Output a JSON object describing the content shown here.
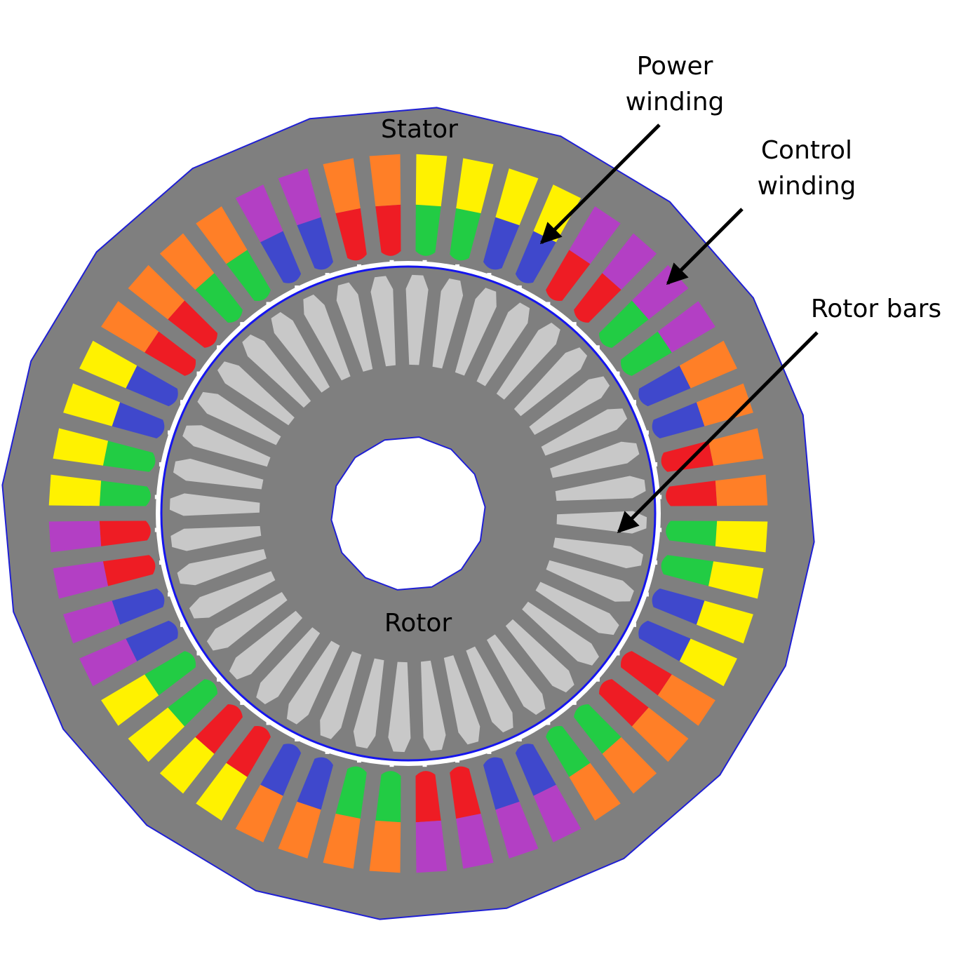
{
  "labels": {
    "stator": "Stator",
    "rotor": "Rotor",
    "power_winding": [
      "Power",
      "winding"
    ],
    "control_winding": [
      "Control",
      "winding"
    ],
    "rotor_bars": "Rotor bars"
  },
  "components": {
    "stator_slot_count": 48,
    "stator_outer_polygon_sides": 20,
    "rotor_bar_count": 40,
    "shaft_polygon_sides": 14
  },
  "colors": {
    "core": "#7f7f7f",
    "outline": "#1f1fd4",
    "airgap": "#1515ee",
    "rotor_bar": "#c8c8c8",
    "background": "#ffffff",
    "phase": {
      "Y": "#fff200",
      "O": "#ff7f27",
      "P": "#b33fc4",
      "G": "#22cc44",
      "R": "#ee1c24",
      "B": "#3f48cc"
    }
  },
  "winding_layout": {
    "outer_layer": [
      "Y",
      "Y",
      "Y",
      "Y",
      "P",
      "P",
      "P",
      "P",
      "O",
      "O",
      "O",
      "O",
      "Y",
      "Y",
      "Y",
      "Y",
      "O",
      "O",
      "O",
      "O",
      "P",
      "P",
      "P",
      "P",
      "O",
      "O",
      "O",
      "O",
      "Y",
      "Y",
      "Y",
      "Y",
      "P",
      "P",
      "P",
      "P",
      "Y",
      "Y",
      "Y",
      "Y",
      "O",
      "O",
      "O",
      "O",
      "P",
      "P",
      "O",
      "O"
    ],
    "inner_layer": [
      "G",
      "G",
      "B",
      "B",
      "R",
      "R",
      "G",
      "G",
      "B",
      "B",
      "R",
      "R",
      "G",
      "G",
      "B",
      "B",
      "R",
      "R",
      "G",
      "G",
      "B",
      "B",
      "R",
      "R",
      "G",
      "G",
      "B",
      "B",
      "R",
      "R",
      "G",
      "G",
      "B",
      "B",
      "R",
      "R",
      "G",
      "G",
      "B",
      "B",
      "R",
      "R",
      "G",
      "G",
      "B",
      "B",
      "R",
      "R"
    ]
  }
}
